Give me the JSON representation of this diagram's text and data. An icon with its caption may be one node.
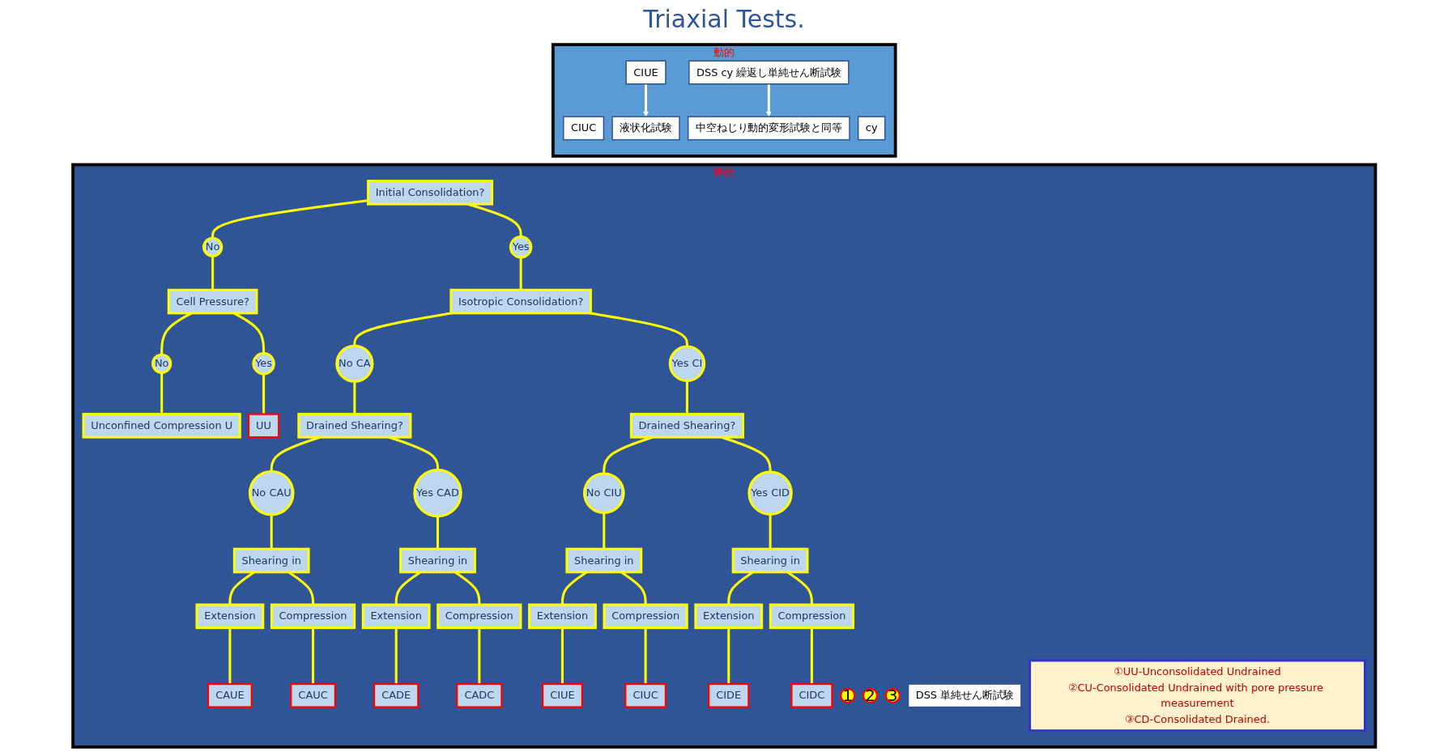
{
  "diagram": {
    "title": "Triaxial Tests.",
    "nodes": [
      {
        "text": [
          "静的"
        ]
      },
      {
        "text": [
          "Initial Consolidation?"
        ],
        "in": 0
      },
      {
        "text": [
          "No"
        ],
        "in": 0
      },
      {
        "text": [
          "Yes"
        ],
        "in": 0
      },
      {
        "text": [
          "Cell Pressure?"
        ],
        "in": 0
      },
      {
        "text": [
          "Isotropic Consolidation?"
        ],
        "in": 0
      },
      {
        "text": [
          "No"
        ],
        "in": 0
      },
      {
        "text": [
          "Yes"
        ],
        "in": 0
      },
      {
        "text": [
          "No CA"
        ],
        "in": 0
      },
      {
        "text": [
          "Yes CI"
        ],
        "in": 0
      },
      {
        "text": [
          "Unconfined Compression U"
        ],
        "in": 0
      },
      {
        "text": [
          "UU"
        ],
        "in": 0
      },
      {
        "text": [
          "Drained Shearing?"
        ],
        "in": 0
      },
      {
        "text": [
          "Drained Shearing?"
        ],
        "in": 0
      },
      {
        "text": [
          "No CAU"
        ],
        "in": 0
      },
      {
        "text": [
          "Yes CAD"
        ],
        "in": 0
      },
      {
        "text": [
          "No CIU"
        ],
        "in": 0
      },
      {
        "text": [
          "Yes CID"
        ],
        "in": 0
      },
      {
        "text": [
          "Shearing in"
        ],
        "in": 0
      },
      {
        "text": [
          "Shearing in"
        ],
        "in": 0
      },
      {
        "text": [
          "Shearing in"
        ],
        "in": 0
      },
      {
        "text": [
          "Shearing in"
        ],
        "in": 0
      },
      {
        "text": [
          "Extension"
        ],
        "in": 0
      },
      {
        "text": [
          "Compression"
        ],
        "in": 0
      },
      {
        "text": [
          "Extension"
        ],
        "in": 0
      },
      {
        "text": [
          "Compression"
        ],
        "in": 0
      },
      {
        "text": [
          "Extension"
        ],
        "in": 0
      },
      {
        "text": [
          "Compression"
        ],
        "in": 0
      },
      {
        "text": [
          "Extension"
        ],
        "in": 0
      },
      {
        "text": [
          "Compression"
        ],
        "in": 0
      },
      {
        "text": [
          "CAUE"
        ],
        "in": 0
      },
      {
        "text": [
          "CAUC"
        ],
        "in": 0
      },
      {
        "text": [
          "CADE"
        ],
        "in": 0
      },
      {
        "text": [
          "CADC"
        ],
        "in": 0
      },
      {
        "text": [
          "CIUE"
        ],
        "in": 0
      },
      {
        "text": [
          "CIUC"
        ],
        "in": 0
      },
      {
        "text": [
          "CIDE"
        ],
        "in": 0
      },
      {
        "text": [
          "CIDC"
        ],
        "in": 0
      },
      {
        "text": [
          "1"
        ],
        "in": 0
      },
      {
        "text": [
          "2"
        ],
        "in": 0
      },
      {
        "text": [
          "3"
        ],
        "in": 0
      },
      {
        "text": [
          "DSS 単純せん断試験"
        ],
        "in": 0
      },
      {
        "text": [
          "①UU-Unconsolidated Undrained",
          "②CU-Consolidated Undrained with pore pressure measurement",
          "③CD-Consolidated Drained."
        ],
        "in": 0
      },
      {
        "text": [
          "動的"
        ]
      },
      {
        "text": [
          "CIUC"
        ],
        "in": 43
      },
      {
        "text": [
          "CIUE"
        ],
        "in": 43
      },
      {
        "text": [
          "cy"
        ],
        "in": 43
      },
      {
        "text": [
          "液状化試験"
        ],
        "in": 43
      },
      {
        "text": [
          "DSS cy 繰返し単純せん断試験"
        ],
        "in": 43
      },
      {
        "text": [
          "中空ねじり動的変形試験と同等"
        ],
        "in": 43
      }
    ],
    "edges": [
      {
        "from": 1,
        "to": 2,
        "arrow": "none"
      },
      {
        "from": 1,
        "to": 3,
        "arrow": "none"
      },
      {
        "from": 2,
        "to": 4,
        "arrow": "none"
      },
      {
        "from": 3,
        "to": 5,
        "arrow": "none"
      },
      {
        "from": 4,
        "to": 6,
        "arrow": "none"
      },
      {
        "from": 4,
        "to": 7,
        "arrow": "none"
      },
      {
        "from": 5,
        "to": 8,
        "arrow": "none"
      },
      {
        "from": 5,
        "to": 9,
        "arrow": "none"
      },
      {
        "from": 6,
        "to": 10,
        "arrow": "none"
      },
      {
        "from": 7,
        "to": 11,
        "arrow": "none"
      },
      {
        "from": 8,
        "to": 12,
        "arrow": "none"
      },
      {
        "from": 9,
        "to": 13,
        "arrow": "none"
      },
      {
        "from": 12,
        "to": 14,
        "arrow": "none"
      },
      {
        "from": 12,
        "to": 15,
        "arrow": "none"
      },
      {
        "from": 13,
        "to": 16,
        "arrow": "none"
      },
      {
        "from": 13,
        "to": 17,
        "arrow": "none"
      },
      {
        "from": 14,
        "to": 18,
        "arrow": "none"
      },
      {
        "from": 15,
        "to": 19,
        "arrow": "none"
      },
      {
        "from": 16,
        "to": 20,
        "arrow": "none"
      },
      {
        "from": 17,
        "to": 21,
        "arrow": "none"
      },
      {
        "from": 18,
        "to": 22,
        "arrow": "none"
      },
      {
        "from": 18,
        "to": 23,
        "arrow": "none"
      },
      {
        "from": 19,
        "to": 24,
        "arrow": "none"
      },
      {
        "from": 19,
        "to": 25,
        "arrow": "none"
      },
      {
        "from": 20,
        "to": 26,
        "arrow": "none"
      },
      {
        "from": 20,
        "to": 27,
        "arrow": "none"
      },
      {
        "from": 21,
        "to": 28,
        "arrow": "none"
      },
      {
        "from": 21,
        "to": 29,
        "arrow": "none"
      },
      {
        "from": 22,
        "to": 30,
        "arrow": "none"
      },
      {
        "from": 23,
        "to": 31,
        "arrow": "none"
      },
      {
        "from": 24,
        "to": 32,
        "arrow": "none"
      },
      {
        "from": 25,
        "to": 33,
        "arrow": "none"
      },
      {
        "from": 26,
        "to": 34,
        "arrow": "none"
      },
      {
        "from": 27,
        "to": 35,
        "arrow": "none"
      },
      {
        "from": 28,
        "to": 36,
        "arrow": "none"
      },
      {
        "from": 29,
        "to": 37,
        "arrow": "none"
      },
      {
        "from": 45,
        "to": 47,
        "arrow": "to",
        "color": "#ffffff"
      },
      {
        "from": 48,
        "to": 49,
        "arrow": "to",
        "color": "#ffffff"
      }
    ]
  }
}
